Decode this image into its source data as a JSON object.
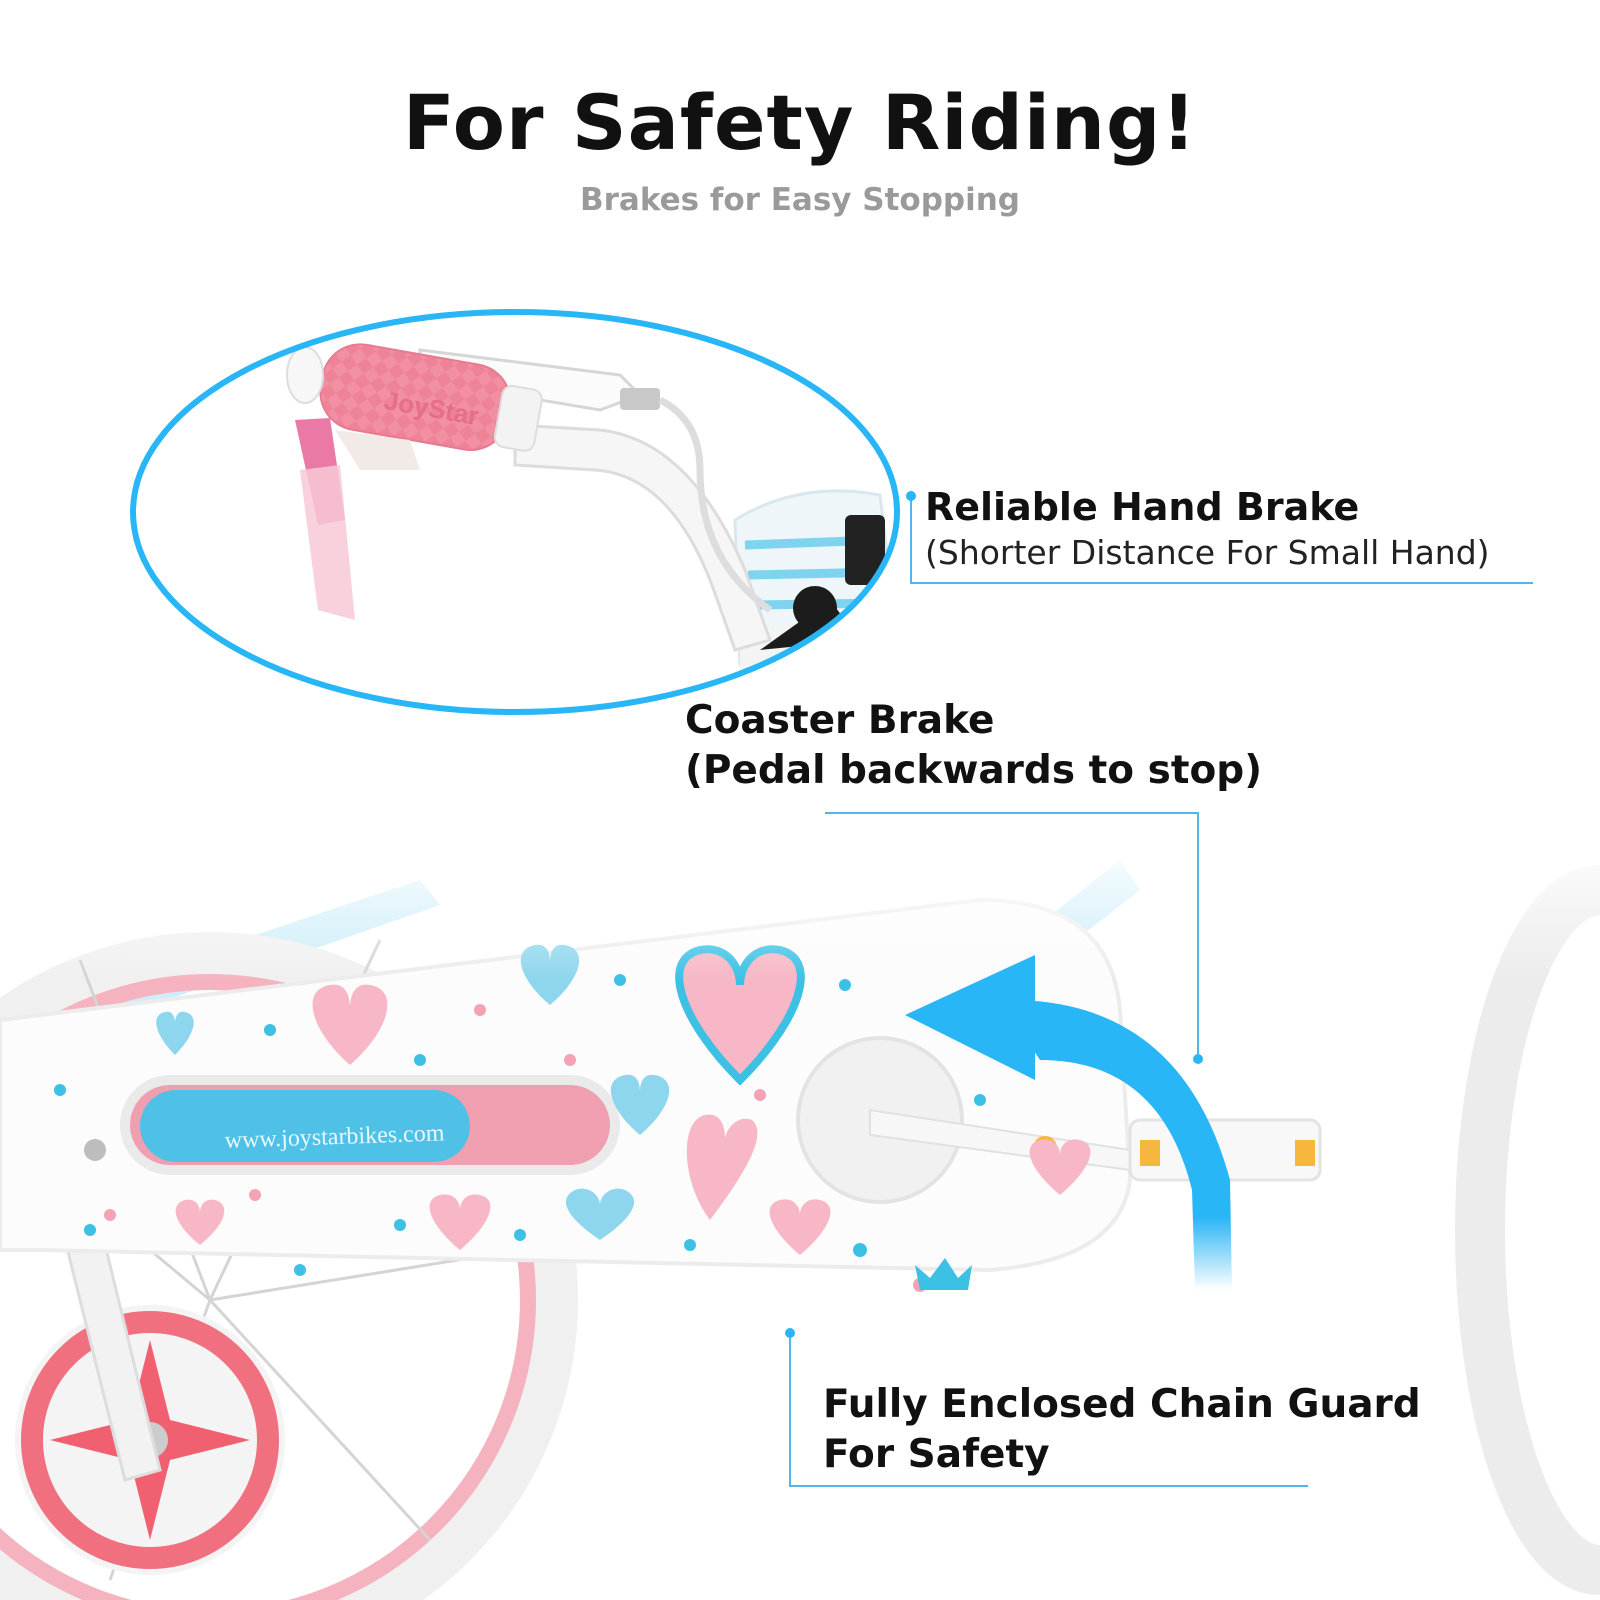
{
  "header": {
    "title": "For Safety Riding!",
    "subtitle": "Brakes for Easy Stopping"
  },
  "callouts": {
    "hand_brake": {
      "title": "Reliable Hand Brake",
      "detail": "(Shorter Distance For Small Hand)"
    },
    "coaster_brake": {
      "line1": "Coaster Brake",
      "line2": "(Pedal backwards to stop)"
    },
    "chain_guard": {
      "line1": "Fully Enclosed Chain Guard",
      "line2": "For Safety"
    }
  },
  "product": {
    "grip_brand": "JoyStar",
    "website": "www.joystarbikes.com"
  },
  "colors": {
    "accent_blue": "#29b6f6",
    "callout_line": "#4fb8e8",
    "pink": "#f4a3b4",
    "grip_pink": "#f08fa0",
    "wheel_red": "#f06070"
  },
  "icons": [
    "rotation-arrow-icon",
    "crown-icon",
    "heart-icon"
  ]
}
